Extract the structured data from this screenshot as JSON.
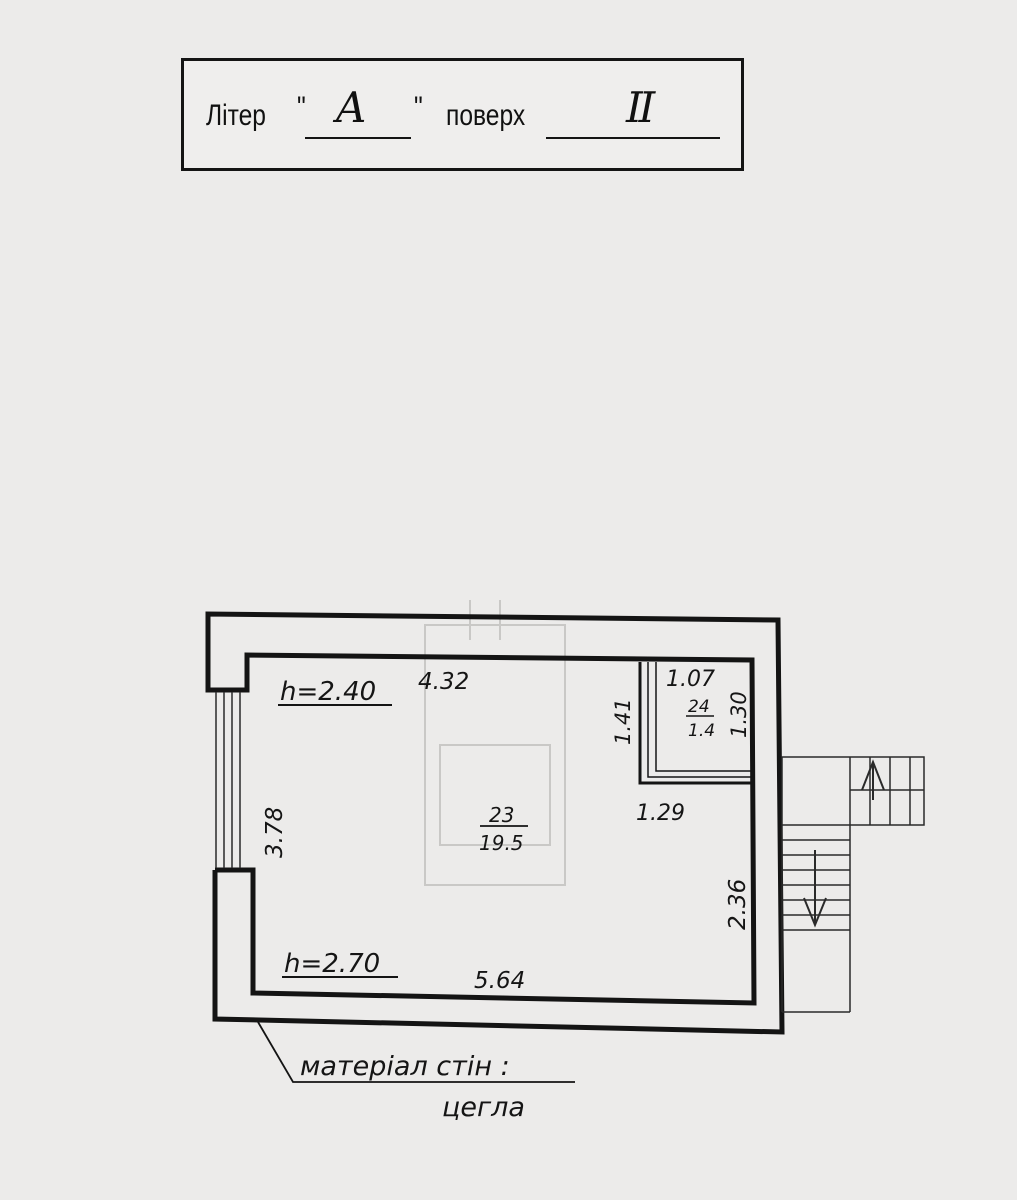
{
  "header": {
    "liter_label": "Літер",
    "liter_open_quote": "\"",
    "liter_value": "A",
    "liter_close_quote": "\"",
    "floor_label": "поверх",
    "floor_value": "II"
  },
  "plan": {
    "height_top": "h=2.40",
    "height_bottom": "h=2.70",
    "dim_top": "4.32",
    "dim_bottom": "5.64",
    "dim_left": "3.78",
    "dim_right": "2.36",
    "room_main_number": "23",
    "room_main_area": "19.5",
    "room_small_number": "24",
    "room_small_area": "1.4",
    "room_small_width_top": "1.07",
    "room_small_width_bottom": "1.29",
    "room_small_height_left": "1.41",
    "room_small_height_right": "1.30"
  },
  "legend": {
    "material_label": "матеріал стін :",
    "material_value": "цегла"
  }
}
